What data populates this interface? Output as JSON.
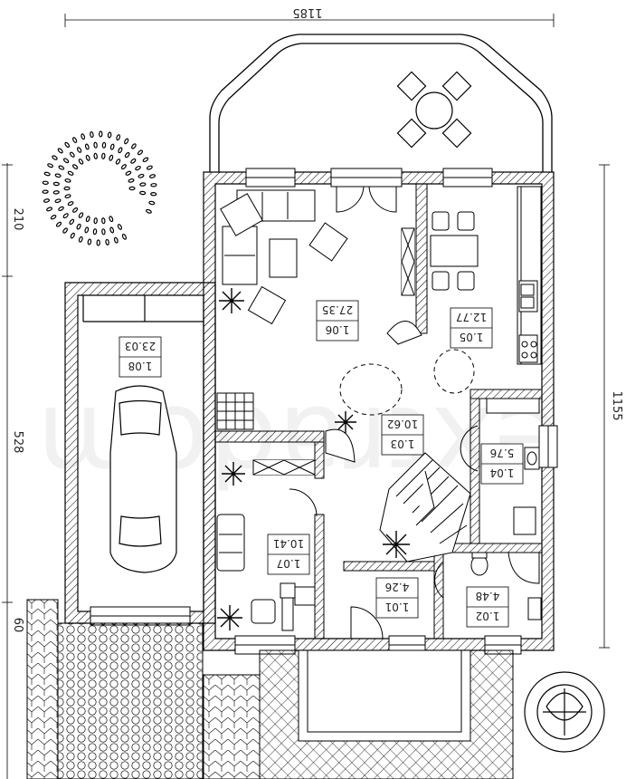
{
  "watermark": "extradom",
  "dimensions": {
    "top": "1185",
    "left_upper": "210",
    "left_middle": "528",
    "left_lower": "60",
    "right": "1155"
  },
  "rooms": [
    {
      "id": "1.01",
      "area": "4.26"
    },
    {
      "id": "1.02",
      "area": "4.48"
    },
    {
      "id": "1.03",
      "area": "10.62"
    },
    {
      "id": "1.04",
      "area": "5.76"
    },
    {
      "id": "1.05",
      "area": "12.77"
    },
    {
      "id": "1.06",
      "area": "27.35"
    },
    {
      "id": "1.07",
      "area": "10.41"
    },
    {
      "id": "1.08",
      "area": "23.03"
    }
  ]
}
